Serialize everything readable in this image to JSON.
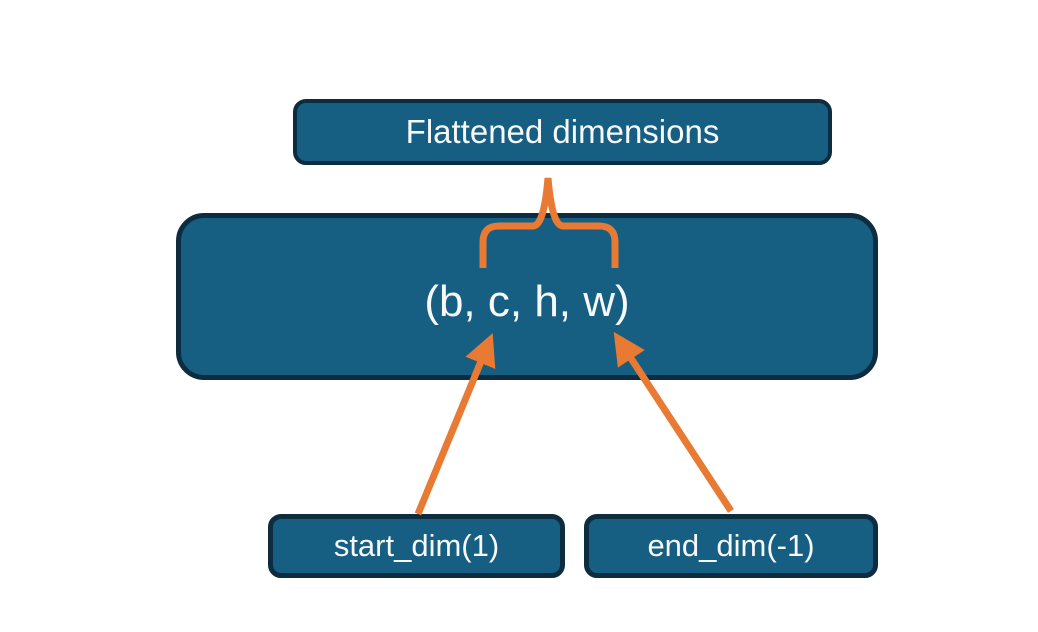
{
  "colors": {
    "background": "#ffffff",
    "node_fill": "#175f82",
    "node_border": "#0e2c3f",
    "node_text": "#f6f8f9",
    "connector": "#e87a33"
  },
  "nodes": {
    "flattened": {
      "label": "Flattened dimensions"
    },
    "shape": {
      "label": "(b, c, h, w)"
    },
    "start_dim": {
      "label": "start_dim(1)"
    },
    "end_dim": {
      "label": "end_dim(-1)"
    }
  },
  "connectors": [
    {
      "type": "brace",
      "from": "shape",
      "to": "flattened",
      "spans": "c, h, w"
    },
    {
      "type": "arrow",
      "from": "start_dim",
      "to": "shape"
    },
    {
      "type": "arrow",
      "from": "end_dim",
      "to": "shape"
    }
  ]
}
